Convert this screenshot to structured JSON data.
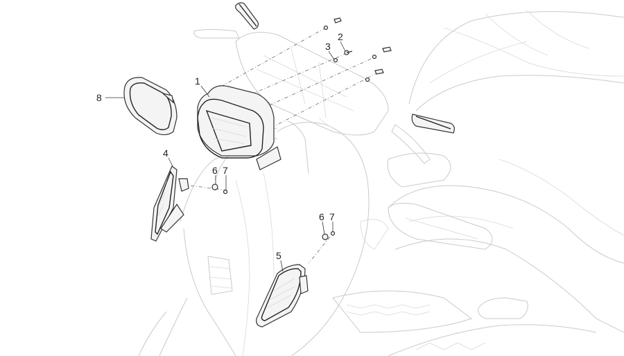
{
  "callouts": [
    {
      "id": "1",
      "text": "1"
    },
    {
      "id": "2",
      "text": "2"
    },
    {
      "id": "3",
      "text": "3"
    },
    {
      "id": "4",
      "text": "4"
    },
    {
      "id": "5",
      "text": "5"
    },
    {
      "id": "6a",
      "text": "6"
    },
    {
      "id": "7a",
      "text": "7"
    },
    {
      "id": "6b",
      "text": "6"
    },
    {
      "id": "7b",
      "text": "7"
    },
    {
      "id": "8",
      "text": "8"
    }
  ]
}
